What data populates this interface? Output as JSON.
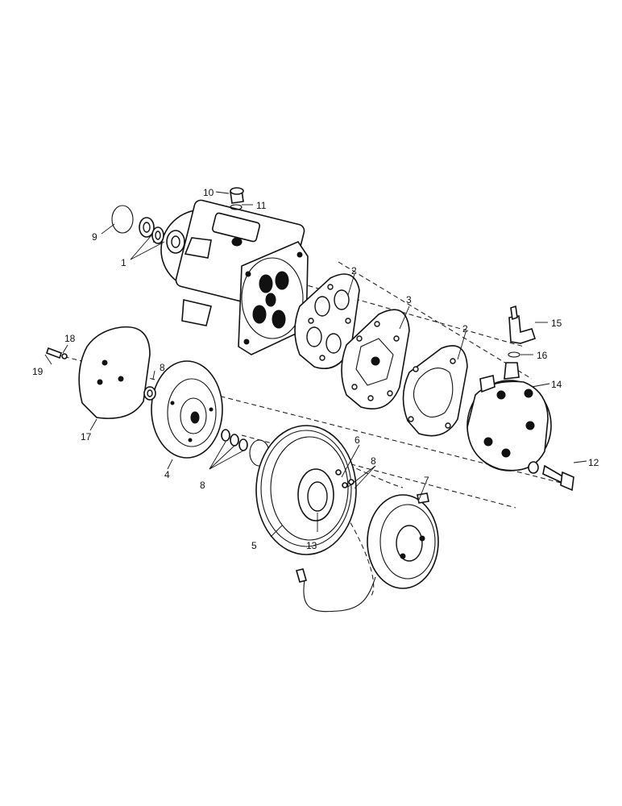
{
  "callouts": [
    {
      "id": "c1",
      "text": "1"
    },
    {
      "id": "c2a",
      "text": "2"
    },
    {
      "id": "c2b",
      "text": "2"
    },
    {
      "id": "c3",
      "text": "3"
    },
    {
      "id": "c4",
      "text": "4"
    },
    {
      "id": "c5",
      "text": "5"
    },
    {
      "id": "c6",
      "text": "6"
    },
    {
      "id": "c7",
      "text": "7"
    },
    {
      "id": "c8a",
      "text": "8"
    },
    {
      "id": "c8b",
      "text": "8"
    },
    {
      "id": "c8c",
      "text": "8"
    },
    {
      "id": "c9",
      "text": "9"
    },
    {
      "id": "c10",
      "text": "10"
    },
    {
      "id": "c11",
      "text": "11"
    },
    {
      "id": "c12",
      "text": "12"
    },
    {
      "id": "c13",
      "text": "13"
    },
    {
      "id": "c14",
      "text": "14"
    },
    {
      "id": "c15",
      "text": "15"
    },
    {
      "id": "c16",
      "text": "16"
    },
    {
      "id": "c17",
      "text": "17"
    },
    {
      "id": "c18",
      "text": "18"
    },
    {
      "id": "c19",
      "text": "19"
    }
  ]
}
